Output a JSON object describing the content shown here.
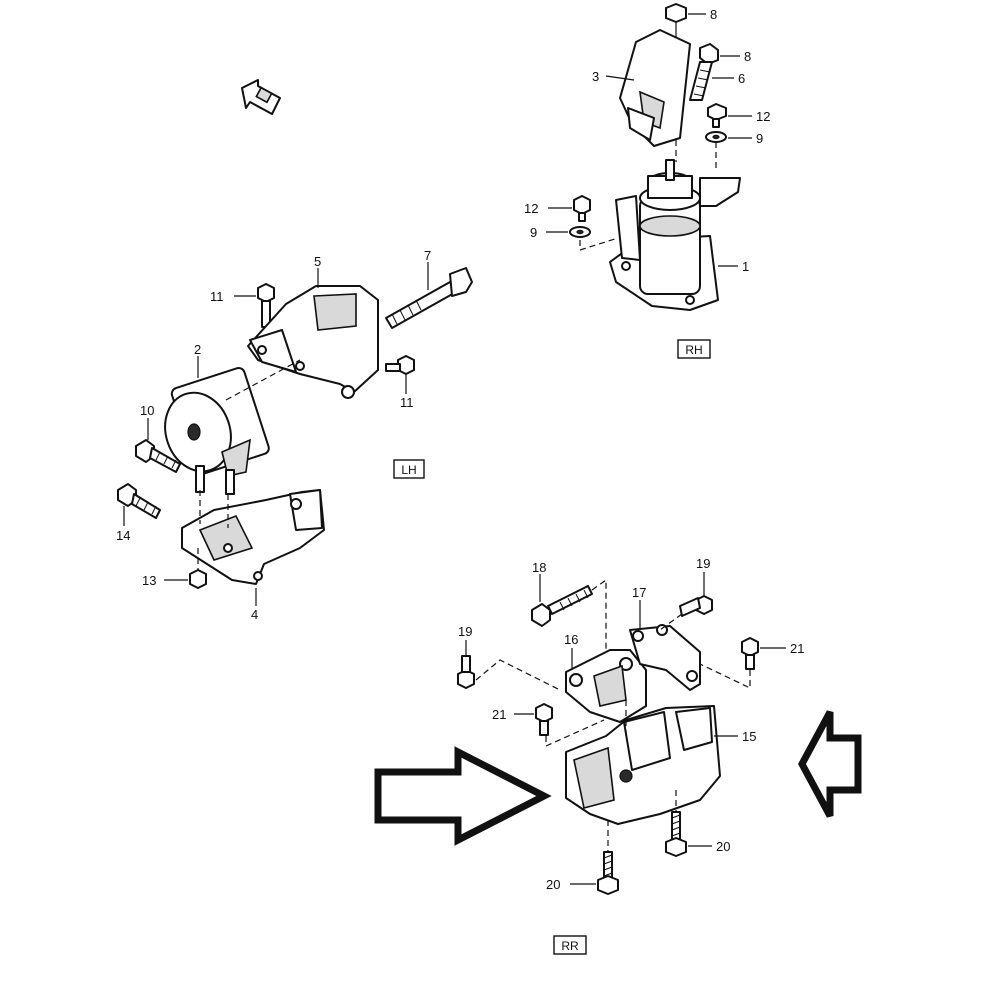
{
  "views": {
    "rh": {
      "tag": "RH"
    },
    "lh": {
      "tag": "LH"
    },
    "rr": {
      "tag": "RR"
    }
  },
  "callouts": {
    "c1": "1",
    "c2": "2",
    "c3": "3",
    "c4": "4",
    "c5": "5",
    "c6": "6",
    "c7": "7",
    "c8a": "8",
    "c8b": "8",
    "c9a": "9",
    "c9b": "9",
    "c10": "10",
    "c11a": "11",
    "c11b": "11",
    "c12a": "12",
    "c12b": "12",
    "c13": "13",
    "c14": "14",
    "c15": "15",
    "c16": "16",
    "c17": "17",
    "c18": "18",
    "c19a": "19",
    "c19b": "19",
    "c20a": "20",
    "c20b": "20",
    "c21a": "21",
    "c21b": "21"
  },
  "front_marker": {
    "icon": "front-direction-arrow-icon"
  },
  "big_arrows": {
    "left_icon": "outline-arrow-right-icon",
    "right_icon": "outline-arrow-left-icon"
  }
}
